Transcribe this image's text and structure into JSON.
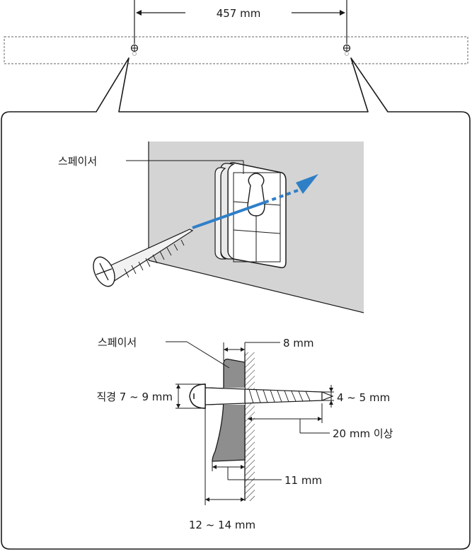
{
  "top": {
    "dimension_label": "457 mm"
  },
  "upper_detail": {
    "spacer_label": "스페이서"
  },
  "section": {
    "spacer_label": "스페이서",
    "spacer_thickness_label": "8 mm",
    "head_diameter_label": "직경 7 ~ 9 mm",
    "shank_diameter_label": "4 ~ 5 mm",
    "embed_depth_label": "20 mm 이상",
    "spacer_gap_label": "11 mm",
    "head_to_wall_label": "12 ~ 14 mm"
  },
  "colors": {
    "wall": "#d4d4d4",
    "arrow": "#2f7fc7",
    "spacer_section": "#8e8e8e",
    "line": "#1a1a1a"
  },
  "icons": {
    "screw_hole": "crosshair-circle"
  }
}
